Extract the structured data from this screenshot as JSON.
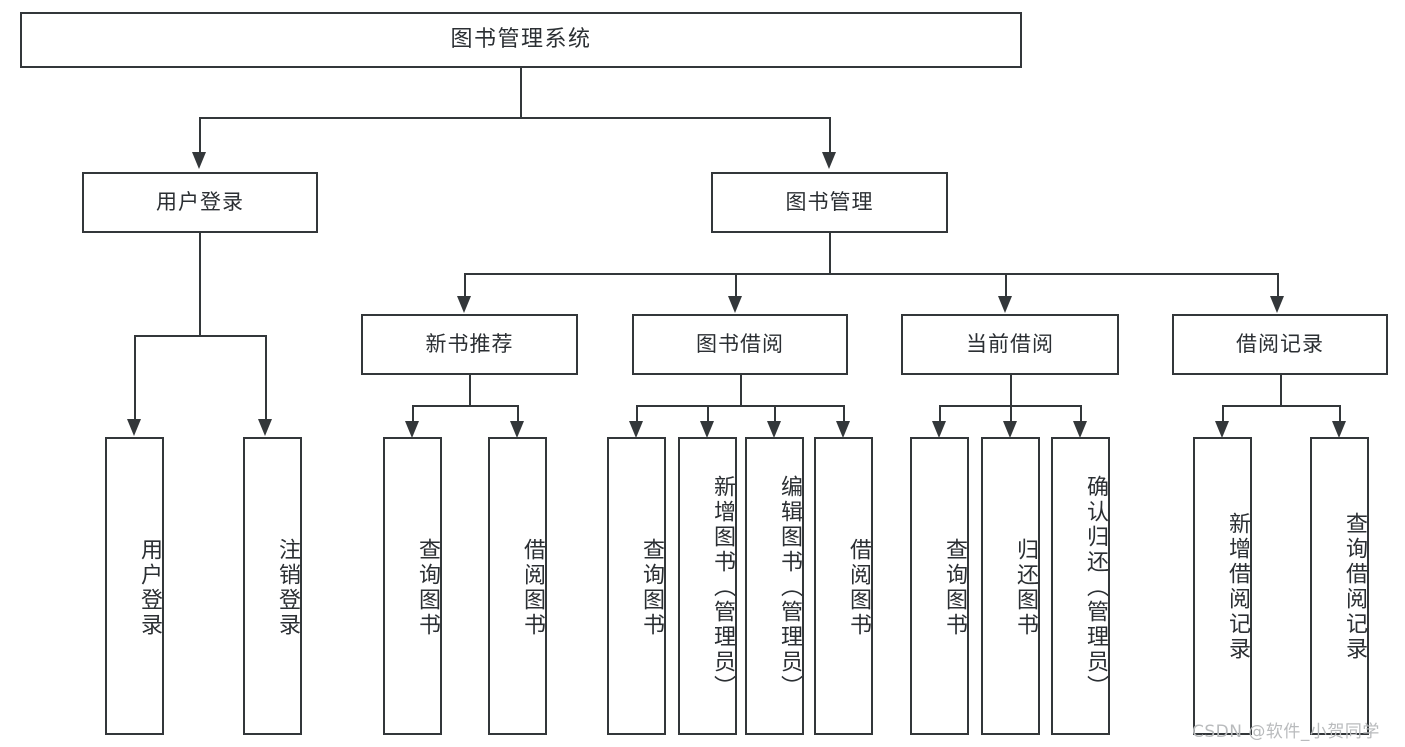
{
  "diagram": {
    "title": "图书管理系统",
    "type": "功能结构图",
    "root": {
      "label": "图书管理系统"
    },
    "level1": [
      {
        "label": "用户登录"
      },
      {
        "label": "图书管理"
      }
    ],
    "level2": [
      {
        "label": "新书推荐"
      },
      {
        "label": "图书借阅"
      },
      {
        "label": "当前借阅"
      },
      {
        "label": "借阅记录"
      }
    ],
    "leaves": {
      "user_login": [
        {
          "label": "用户登录"
        },
        {
          "label": "注销登录"
        }
      ],
      "new_book_recommend": [
        {
          "label": "查询图书"
        },
        {
          "label": "借阅图书"
        }
      ],
      "book_borrow": [
        {
          "label": "查询图书"
        },
        {
          "label": "新增图书（管理员）"
        },
        {
          "label": "编辑图书（管理员）"
        },
        {
          "label": "借阅图书"
        }
      ],
      "current_borrow": [
        {
          "label": "查询图书"
        },
        {
          "label": "归还图书"
        },
        {
          "label": "确认归还（管理员）"
        }
      ],
      "borrow_record": [
        {
          "label": "新增借阅记录"
        },
        {
          "label": "查询借阅记录"
        }
      ]
    }
  },
  "watermark": {
    "text": "CSDN @软件_小贺同学"
  },
  "colors": {
    "stroke": "#33373a",
    "text": "#2b2f33",
    "background": "#ffffff",
    "watermark": "#b9bbbd"
  }
}
